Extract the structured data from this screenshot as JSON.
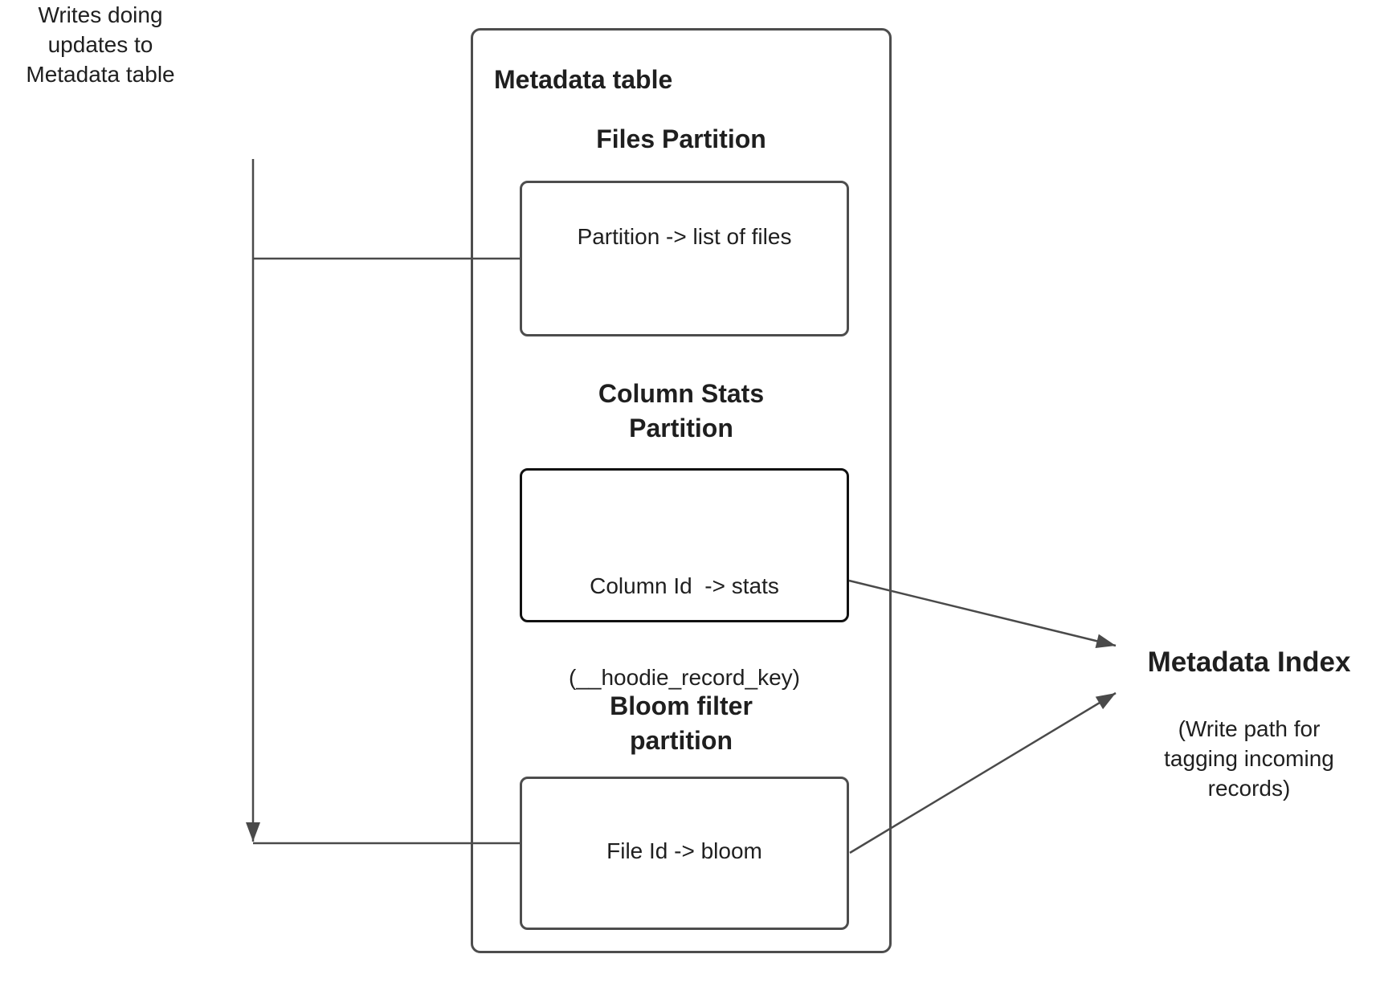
{
  "colors": {
    "background": "#ffffff",
    "text": "#1f1f1f",
    "box_border": "#4d4d4d",
    "emphasis_box_border": "#111111",
    "connector": "#4a4a4a"
  },
  "left_note": {
    "lines": [
      "Writes doing",
      "updates to",
      "Metadata table"
    ]
  },
  "metadata_table": {
    "title": "Metadata table",
    "files_section": {
      "heading": "Files Partition",
      "box_lines": [
        "Partition -> list of files"
      ]
    },
    "column_stats_section": {
      "heading_lines": [
        "Column Stats",
        "Partition"
      ],
      "box_lines": [
        "Column Id  -> stats",
        "(__hoodie_record_key)"
      ]
    },
    "bloom_section": {
      "heading_lines": [
        "Bloom filter",
        "partition"
      ],
      "box_lines": [
        "File Id -> bloom"
      ]
    }
  },
  "metadata_index": {
    "title": "Metadata Index",
    "subtitle_lines": [
      "(Write path for",
      "tagging incoming",
      "records)"
    ]
  }
}
